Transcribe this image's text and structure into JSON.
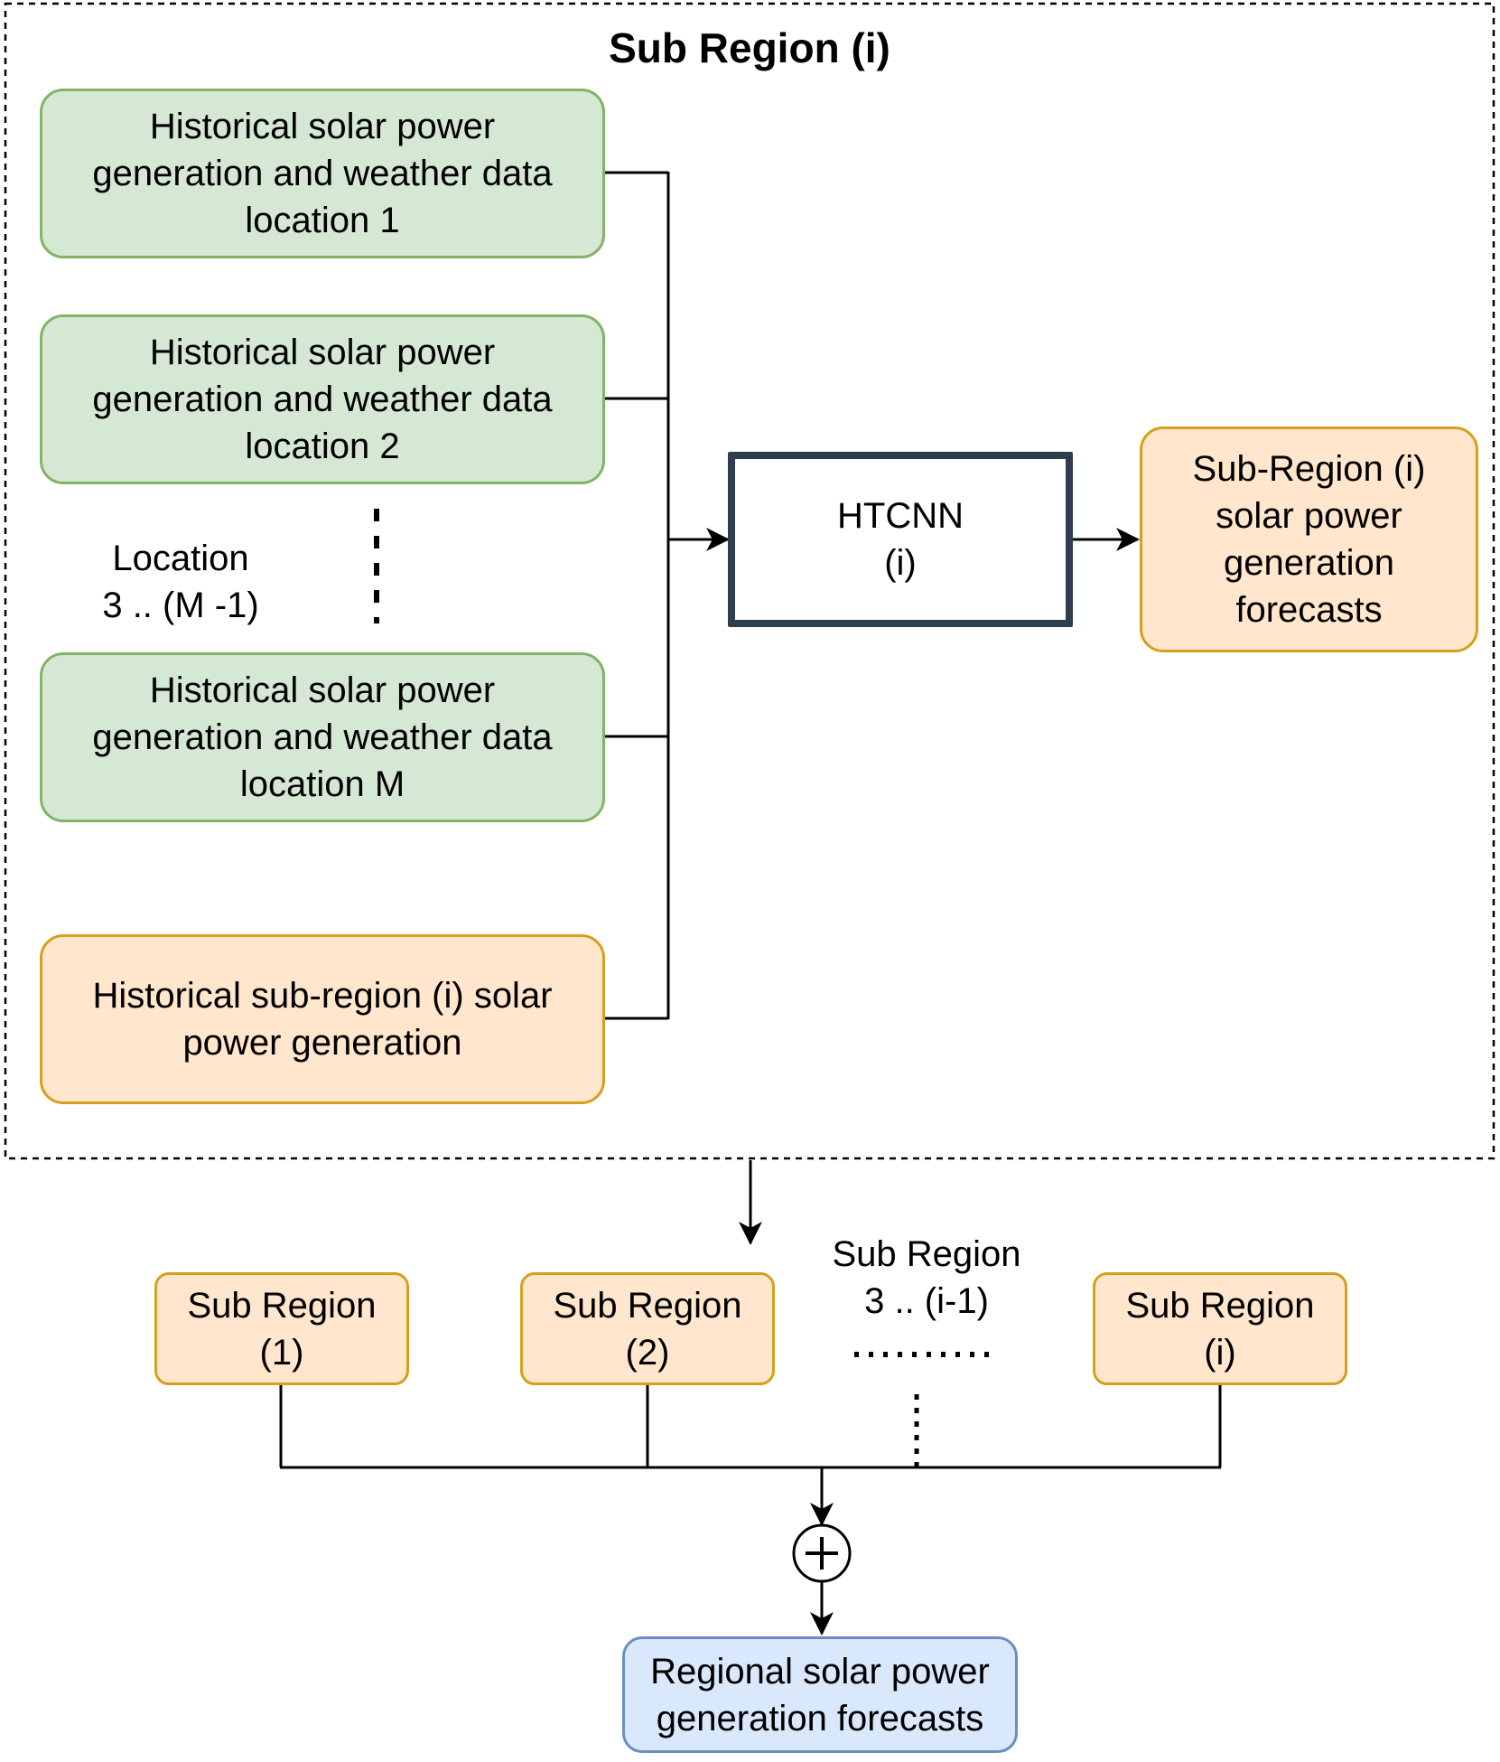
{
  "subregion_panel": {
    "title": "Sub Region (i)",
    "inputs": [
      "Historical solar power\ngeneration and weather data\nlocation 1",
      "Historical solar power\ngeneration and weather data\nlocation 2",
      "Historical solar power\ngeneration and weather data\nlocation M"
    ],
    "location_ellipsis_label": "Location\n3 .. (M -1)",
    "historical_subregion": "Historical sub-region (i) solar\npower generation",
    "model": "HTCNN\n(i)",
    "output": "Sub-Region (i)\nsolar power\ngeneration\nforecasts"
  },
  "aggregation": {
    "subregions": [
      "Sub Region\n(1)",
      "Sub Region\n(2)",
      "Sub Region\n(i)"
    ],
    "ellipsis_label": "Sub Region\n3 .. (i-1)",
    "sum_symbol": "+",
    "final_output": "Regional solar power\ngeneration forecasts"
  },
  "colors": {
    "green_fill": "#d5e8d4",
    "green_border": "#82b366",
    "orange_fill": "#ffe6cc",
    "orange_border": "#d6a01c",
    "blue_fill": "#dae8fc",
    "blue_border": "#6c8ebf",
    "model_border": "#2f3e4e"
  }
}
